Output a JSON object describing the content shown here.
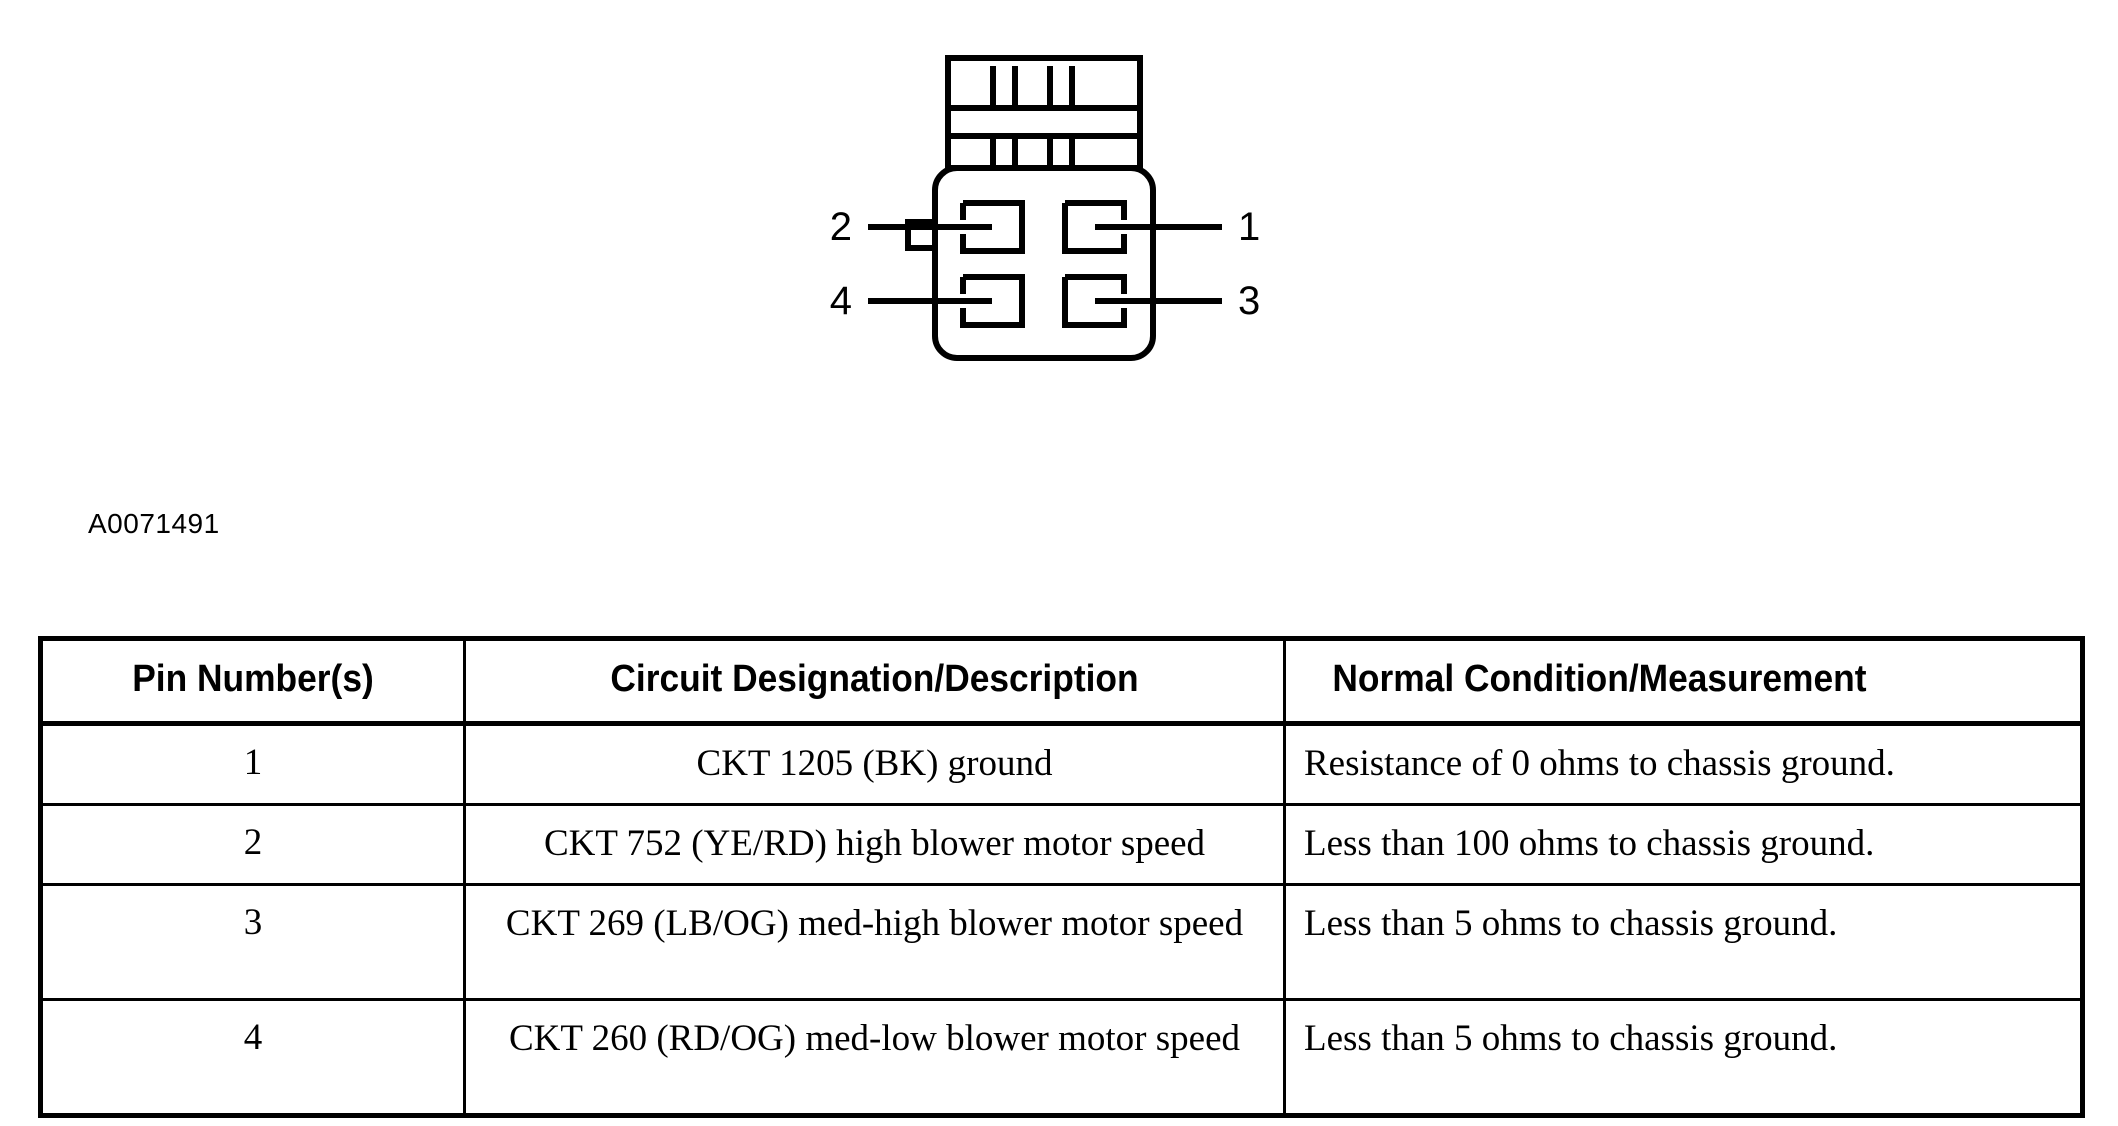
{
  "diagram": {
    "name": "blower-motor-resistor-connector-pinout",
    "caption": "A0071491",
    "pin_callouts": [
      {
        "label": "2",
        "position": "upper-left"
      },
      {
        "label": "1",
        "position": "upper-right"
      },
      {
        "label": "4",
        "position": "lower-left"
      },
      {
        "label": "3",
        "position": "lower-right"
      }
    ],
    "cavity_count": 4,
    "top_comb_ticks": 4,
    "colors": {
      "line": "#000000",
      "background": "#ffffff"
    }
  },
  "table": {
    "name": "connector-pin-reference-table",
    "headers": [
      "Pin Number(s)",
      "Circuit Designation/Description",
      "Normal Condition/Measurement"
    ],
    "rows": [
      {
        "pin": "1",
        "description": "CKT 1205 (BK) ground",
        "measurement": "Resistance of 0 ohms to chassis ground."
      },
      {
        "pin": "2",
        "description": "CKT 752 (YE/RD) high blower motor speed",
        "measurement": "Less than 100 ohms to chassis ground."
      },
      {
        "pin": "3",
        "description": "CKT 269 (LB/OG) med-high blower motor speed",
        "measurement": "Less than 5 ohms to chassis ground."
      },
      {
        "pin": "4",
        "description": "CKT 260 (RD/OG) med-low blower motor speed",
        "measurement": "Less than 5 ohms to chassis ground."
      }
    ]
  }
}
